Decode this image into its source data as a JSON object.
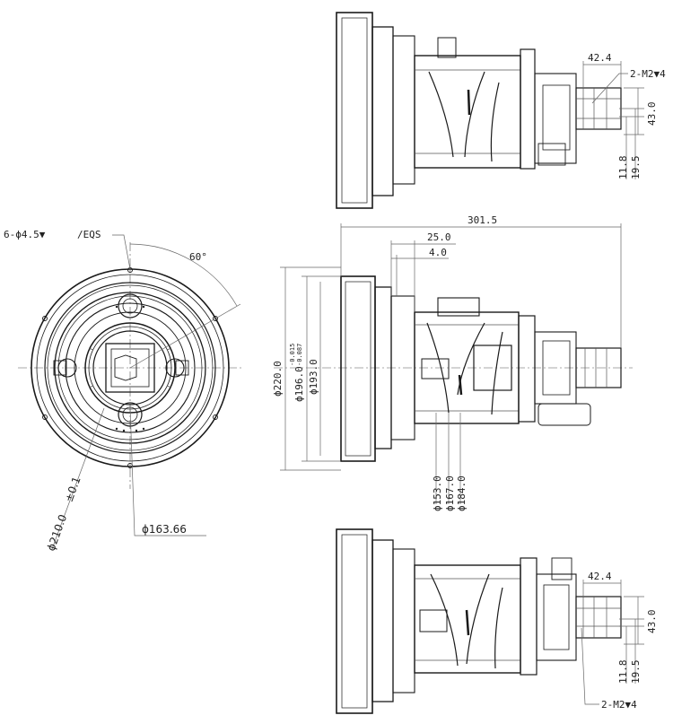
{
  "dimensions": {
    "top_width": "42.4",
    "top_thread": "2-M2▼4",
    "top_height": "43.0",
    "top_off1": "11.8",
    "top_off2": "19.5",
    "mid_overall": "301.5",
    "mid_25": "25.0",
    "mid_4": "4.0",
    "mid_d220": "ϕ220.0",
    "mid_d196": "ϕ196.0",
    "mid_d196_tol_up": "-0.015",
    "mid_d196_tol_lo": "-0.087",
    "mid_d193": "ϕ193.0",
    "mid_d153": "ϕ153.0",
    "mid_d167": "ϕ167.0",
    "mid_d184": "ϕ184.0",
    "front_holes": "6-ϕ4.5▼",
    "front_eqs": "/EQS",
    "front_angle": "60°",
    "front_d210": "ϕ210.0",
    "front_d210_tol": "±0.1",
    "front_d163": "ϕ163.66",
    "bot_width": "42.4",
    "bot_height": "43.0",
    "bot_off1": "11.8",
    "bot_off2": "19.5",
    "bot_thread": "2-M2▼4"
  },
  "colors": {
    "line": "#1a1a1a",
    "dimension": "#666666",
    "background": "#ffffff"
  }
}
